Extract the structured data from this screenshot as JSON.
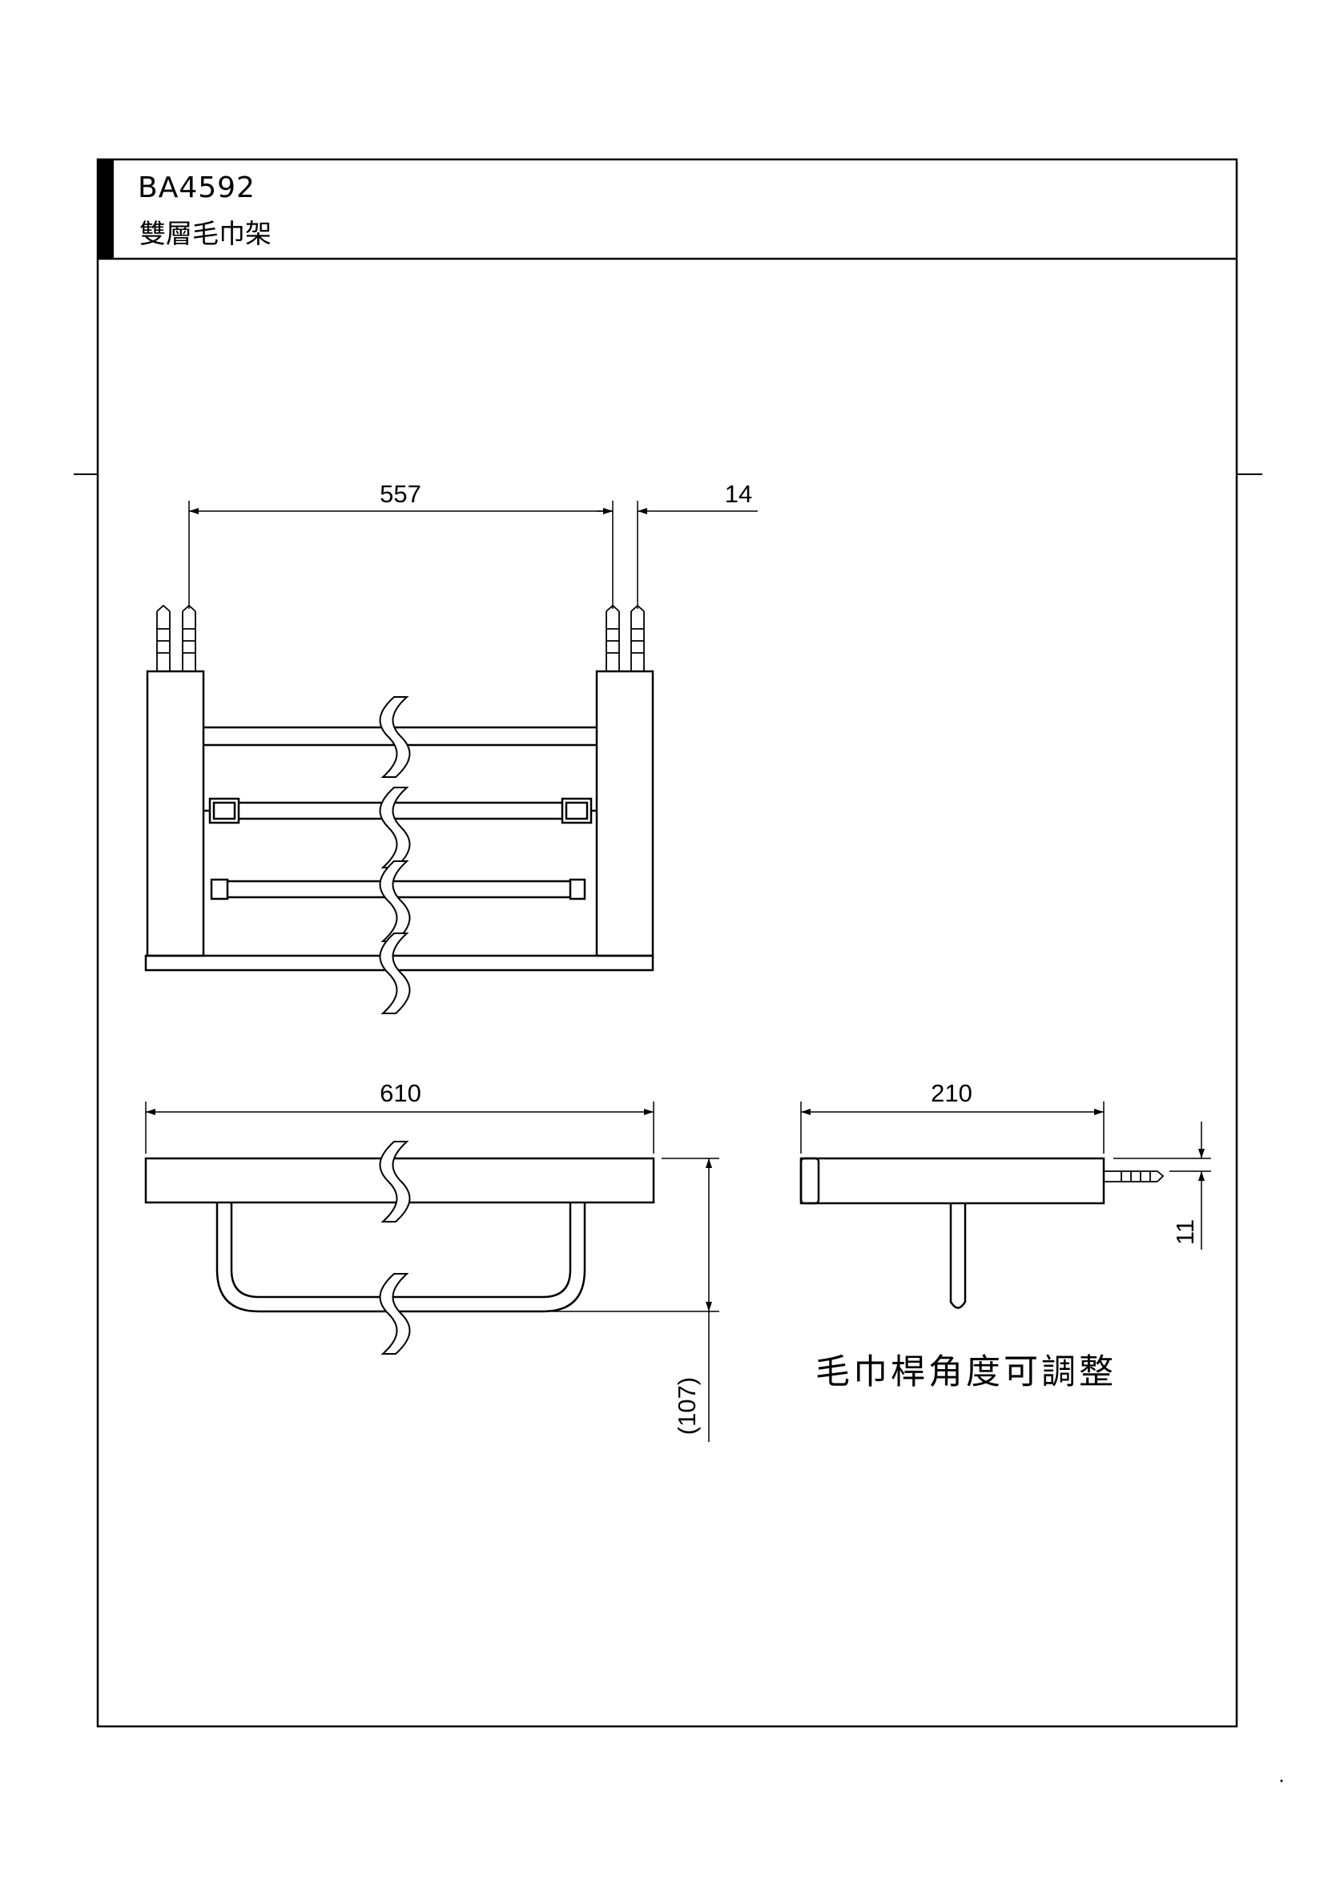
{
  "header": {
    "model_code": "BA4592",
    "product_name": "雙層毛巾架"
  },
  "dimensions": {
    "fixing_span": "557",
    "post_width": "14",
    "overall_length": "610",
    "depth": "210",
    "projection": "(107)",
    "wall_offset": "11"
  },
  "note": "毛巾桿角度可調整",
  "colors": {
    "ink": "#000000",
    "background": "#ffffff"
  }
}
